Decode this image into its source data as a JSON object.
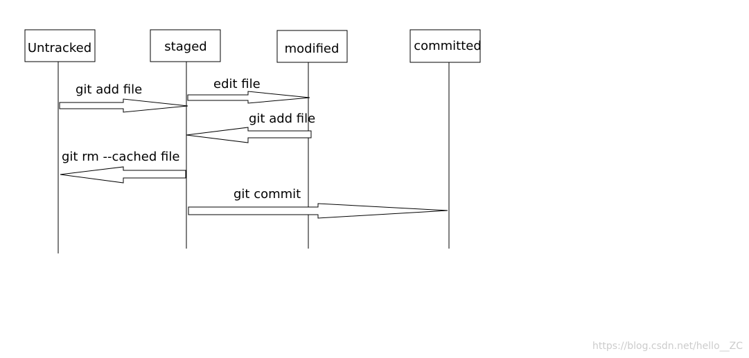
{
  "states": {
    "untracked": "Untracked",
    "staged": "staged",
    "modified": "modified",
    "committed": "committed"
  },
  "transitions": {
    "untracked_to_staged": "git add file",
    "staged_to_modified": "edit file",
    "modified_to_staged": "git add file",
    "staged_to_untracked": "git rm --cached file",
    "staged_to_committed": "git commit"
  },
  "watermark": "https://blog.csdn.net/hello__ZC"
}
